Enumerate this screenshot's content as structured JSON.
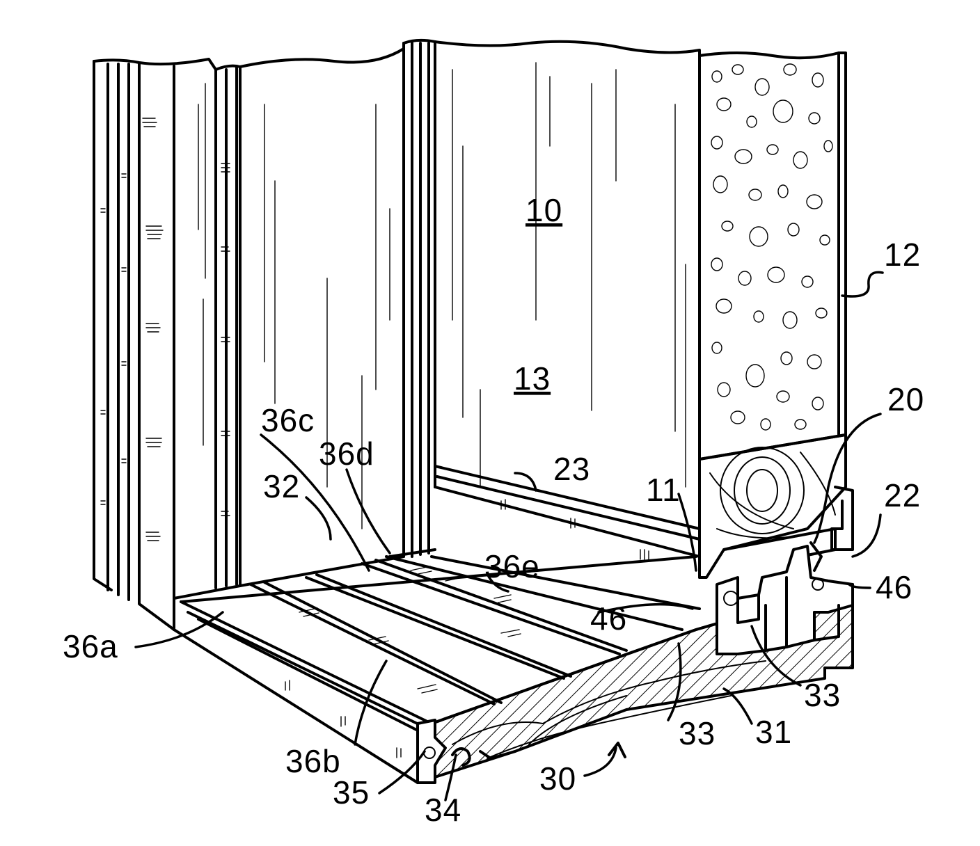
{
  "labels": {
    "l10": "10",
    "l13": "13",
    "l12": "12",
    "l20": "20",
    "l22": "22",
    "l11": "11",
    "l23": "23",
    "l36c": "36c",
    "l36d": "36d",
    "l32": "32",
    "l36e": "36e",
    "l46a": "46",
    "l46b": "46",
    "l36a": "36a",
    "l36b": "36b",
    "l33a": "33",
    "l33b": "33",
    "l31": "31",
    "l30": "30",
    "l35": "35",
    "l34": "34"
  }
}
